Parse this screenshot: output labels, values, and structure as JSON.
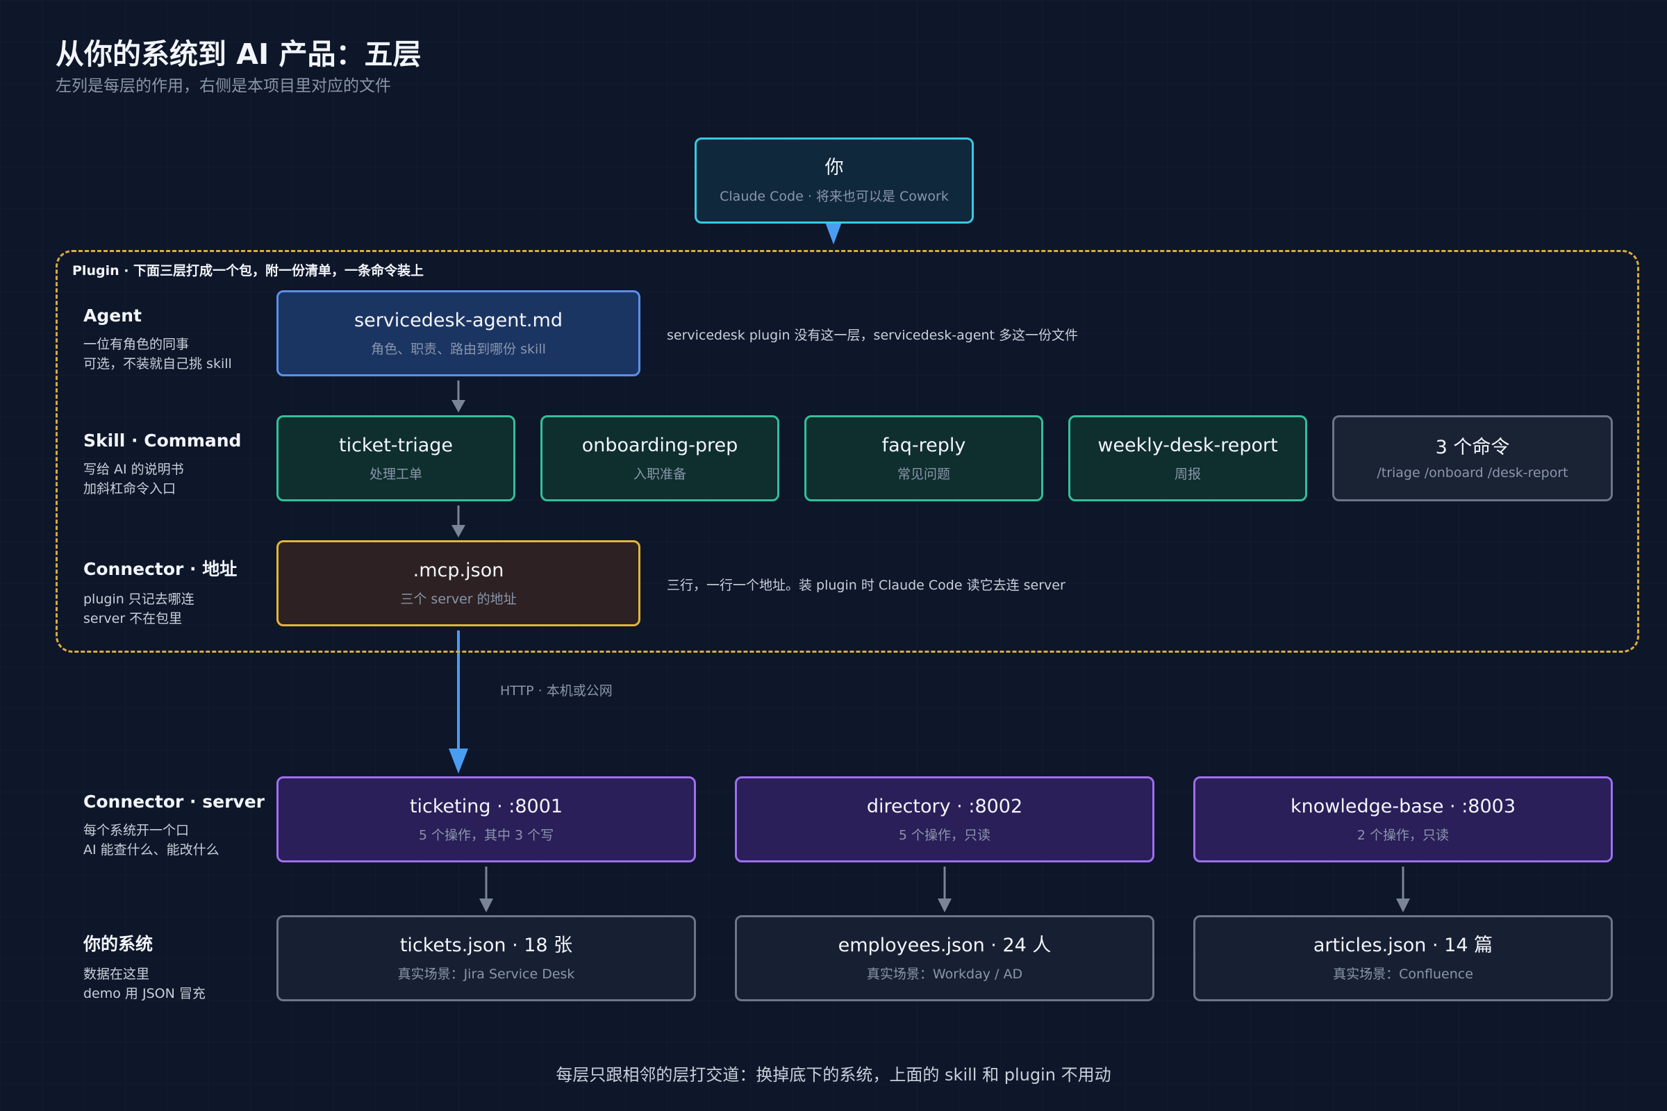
{
  "header": {
    "title": "从你的系统到 AI 产品：五层",
    "subtitle": "左列是每层的作用，右侧是本项目里对应的文件"
  },
  "you": {
    "title": "你",
    "subtitle": "Claude Code · 将来也可以是 Cowork"
  },
  "plugin": {
    "label": "Plugin · 下面三层打成一个包，附一份清单，一条命令装上"
  },
  "rows": {
    "agent": {
      "title": "Agent",
      "desc1": "一位有角色的同事",
      "desc2": "可选，不装就自己挑 skill"
    },
    "skill": {
      "title": "Skill · Command",
      "desc1": "写给 AI 的说明书",
      "desc2": "加斜杠命令入口"
    },
    "connector_addr": {
      "title": "Connector · 地址",
      "desc1": "plugin 只记去哪连",
      "desc2": "server 不在包里"
    },
    "connector_server": {
      "title": "Connector · server",
      "desc1": "每个系统开一个口",
      "desc2": "AI 能查什么、能改什么"
    },
    "system": {
      "title": "你的系统",
      "desc1": "数据在这里",
      "desc2": "demo 用 JSON 冒充"
    }
  },
  "agent_box": {
    "title": "servicedesk-agent.md",
    "subtitle": "角色、职责、路由到哪份 skill"
  },
  "agent_note": "servicedesk plugin 没有这一层，servicedesk-agent 多这一份文件",
  "skills": [
    {
      "title": "ticket-triage",
      "subtitle": "处理工单"
    },
    {
      "title": "onboarding-prep",
      "subtitle": "入职准备"
    },
    {
      "title": "faq-reply",
      "subtitle": "常见问题"
    },
    {
      "title": "weekly-desk-report",
      "subtitle": "周报"
    }
  ],
  "commands": {
    "title": "3 个命令",
    "subtitle": "/triage /onboard /desk-report"
  },
  "mcp_box": {
    "title": ".mcp.json",
    "subtitle": "三个 server 的地址"
  },
  "mcp_note": "三行，一行一个地址。装 plugin 时 Claude Code 读它去连 server",
  "http_label": "HTTP · 本机或公网",
  "servers": [
    {
      "title": "ticketing · :8001",
      "subtitle": "5 个操作，其中 3 个写"
    },
    {
      "title": "directory · :8002",
      "subtitle": "5 个操作，只读"
    },
    {
      "title": "knowledge-base · :8003",
      "subtitle": "2 个操作，只读"
    }
  ],
  "systems": [
    {
      "title": "tickets.json · 18 张",
      "subtitle": "真实场景：Jira Service Desk"
    },
    {
      "title": "employees.json · 24 人",
      "subtitle": "真实场景：Workday / AD"
    },
    {
      "title": "articles.json · 14 篇",
      "subtitle": "真实场景：Confluence"
    }
  ],
  "footer": "每层只跟相邻的层打交道：换掉底下的系统，上面的 skill 和 plugin 不用动",
  "colors": {
    "background": "#0e1629",
    "you": "#3bc8e4",
    "agent": "#5b90ea",
    "skill": "#33c09a",
    "command": "#6c7688",
    "mcp": "#e5b634",
    "server": "#9d6ff0",
    "plugin_frame": "#d9ad3c",
    "http_arrow": "#4a9ef2"
  }
}
